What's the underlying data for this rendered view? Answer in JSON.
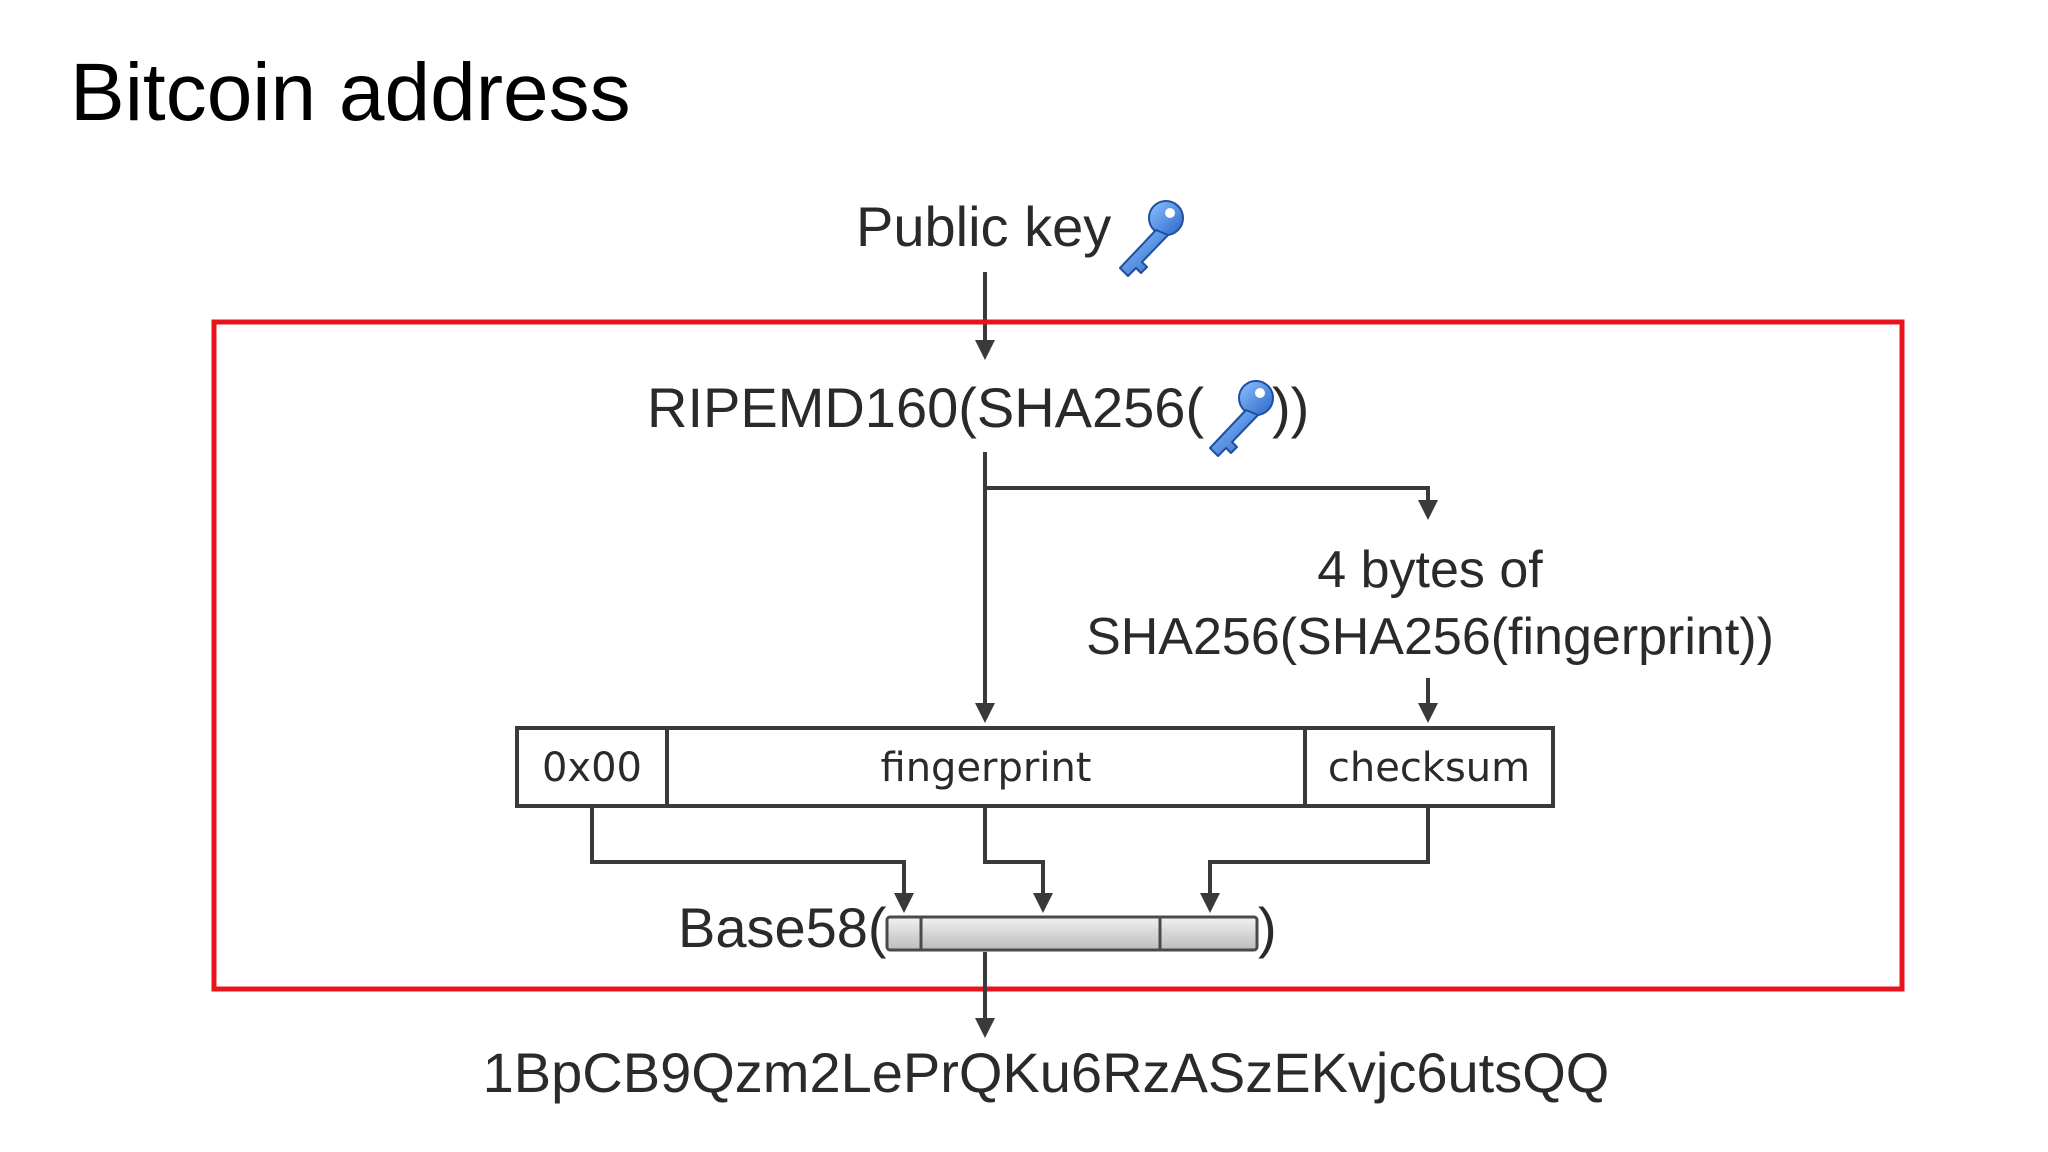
{
  "title": "Bitcoin address",
  "diagram": {
    "public_key_label": "Public key",
    "hash_label_prefix": "RIPEMD160(SHA256(",
    "hash_label_suffix": "))",
    "checksum_label_line1": "4 bytes of",
    "checksum_label_line2": "SHA256(SHA256(fingerprint))",
    "segment_version": "0x00",
    "segment_fingerprint": "fingerprint",
    "segment_checksum": "checksum",
    "base58_prefix": "Base58(",
    "base58_suffix": ")",
    "address": "1BpCB9Qzm2LePrQKu6RzASzEKvjc6utsQQ"
  },
  "colors": {
    "highlight_box": "#e8141c",
    "key_icon": "#3b7ddd",
    "bar_fill": "#d9d9d9"
  },
  "icons": [
    "key-icon"
  ]
}
